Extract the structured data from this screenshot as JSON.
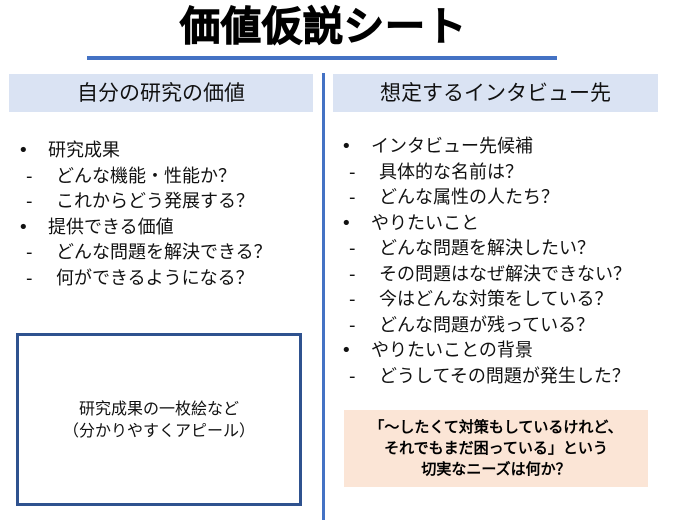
{
  "title": "価値仮説シート",
  "colors": {
    "accent_blue": "#4472C4",
    "header_bg": "#DAE3F3",
    "box_border": "#2F528F",
    "callout_bg": "#FBE5D6"
  },
  "left": {
    "header": "自分の研究の価値",
    "items": [
      {
        "level": 1,
        "marker": "•",
        "text": "研究成果"
      },
      {
        "level": 2,
        "marker": "-",
        "text": "どんな機能・性能か？"
      },
      {
        "level": 2,
        "marker": "-",
        "text": "これからどう発展する？"
      },
      {
        "level": 1,
        "marker": "•",
        "text": "提供できる価値"
      },
      {
        "level": 2,
        "marker": "-",
        "text": "どんな問題を解決できる？"
      },
      {
        "level": 2,
        "marker": "-",
        "text": "何ができるようになる？"
      }
    ],
    "image_box": {
      "line1": "研究成果の一枚絵など",
      "line2": "（分かりやすくアピール）"
    }
  },
  "right": {
    "header": "想定するインタビュー先",
    "items": [
      {
        "level": 1,
        "marker": "•",
        "text": "インタビュー先候補"
      },
      {
        "level": 2,
        "marker": "-",
        "text": "具体的な名前は？"
      },
      {
        "level": 2,
        "marker": "-",
        "text": "どんな属性の人たち？"
      },
      {
        "level": 1,
        "marker": "•",
        "text": "やりたいこと"
      },
      {
        "level": 2,
        "marker": "-",
        "text": "どんな問題を解決したい？"
      },
      {
        "level": 2,
        "marker": "-",
        "text": "その問題はなぜ解決できない？"
      },
      {
        "level": 2,
        "marker": "-",
        "text": "今はどんな対策をしている？"
      },
      {
        "level": 2,
        "marker": "-",
        "text": "どんな問題が残っている？"
      },
      {
        "level": 1,
        "marker": "•",
        "text": "やりたいことの背景"
      },
      {
        "level": 2,
        "marker": "-",
        "text": "どうしてその問題が発生した？"
      }
    ],
    "callout": {
      "line1": "「～したくて対策もしているけれど、",
      "line2": "それでもまだ困っている」という",
      "line3": "切実なニーズは何か？"
    }
  }
}
